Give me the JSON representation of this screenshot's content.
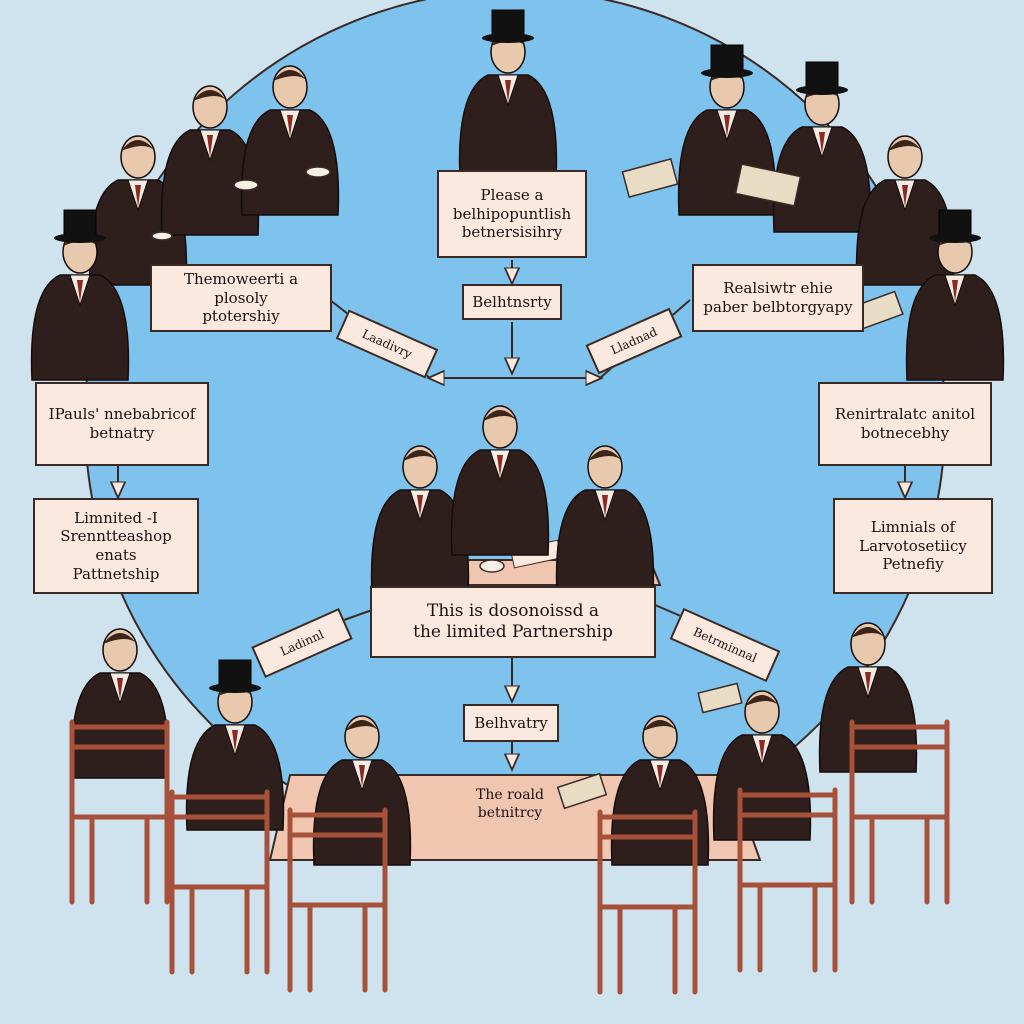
{
  "colors": {
    "background": "#cfe3ee",
    "circle": "#7ec3ee",
    "box_fill": "#fbe9e0",
    "ink": "#3a2a25",
    "coat": "#2e1f1d",
    "skin": "#e9c9ad",
    "table": "#f1c6b0",
    "chair": "#a8513a"
  },
  "boxes": {
    "top": "Please a\nbelhipopuntlish\nbetnersisihry",
    "top_small": "Belhtnsrty",
    "left_upper": "Themoweerti a plosoly\nptotershiy",
    "right_upper": "Realsiwtr ehie\npaber belbtorgyapy",
    "left_mid": "IPauls' nnebabricof\nbetnatry",
    "right_mid": "Renirtralatc anitol\nbotnecebhy",
    "left_lower": "Limnited -I\nSrenntteashop enats\nPattnetship",
    "right_lower": "Limnials of\nLarvotosetiicy\nPetnefiy",
    "center": "This is dosonoissd a\nthe limited Partnership",
    "bottom_small": "Belhvatry",
    "table_text": "The roald\nbetnitrcy"
  },
  "tags": {
    "upper_left": "Laadivry",
    "upper_right": "Lladnad",
    "lower_left": "Ladinnl",
    "lower_right": "Betrminnal"
  },
  "icons": [
    "top-hat-icon",
    "banknote-icon",
    "teacup-icon"
  ]
}
